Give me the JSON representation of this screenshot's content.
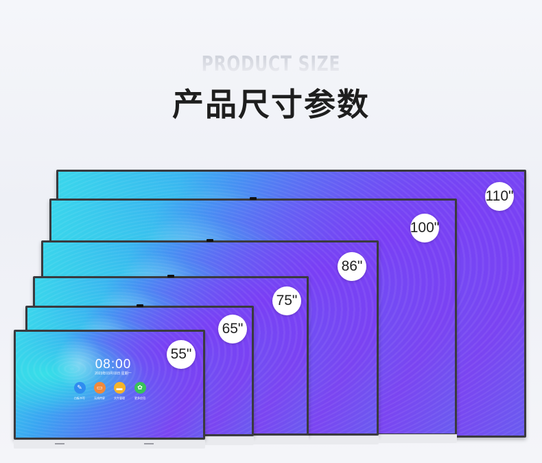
{
  "header": {
    "subtitle": "PRODUCT SIZE",
    "title": "产品尺寸参数"
  },
  "sizes": [
    {
      "label": "110\""
    },
    {
      "label": "100\""
    },
    {
      "label": "86\""
    },
    {
      "label": "75\""
    },
    {
      "label": "65\""
    },
    {
      "label": "55\""
    }
  ],
  "screen_ui": {
    "time": "08:00",
    "date": "2023年03月03日  星期一",
    "apps": [
      {
        "label": "白板书写",
        "icon": "pen-icon",
        "color": "#2f8cf0"
      },
      {
        "label": "无线传屏",
        "icon": "cast-icon",
        "color": "#f08a3c"
      },
      {
        "label": "文件管理",
        "icon": "folder-icon",
        "color": "#f5b32a"
      },
      {
        "label": "更多应用",
        "icon": "apps-icon",
        "color": "#39c25a"
      }
    ]
  }
}
